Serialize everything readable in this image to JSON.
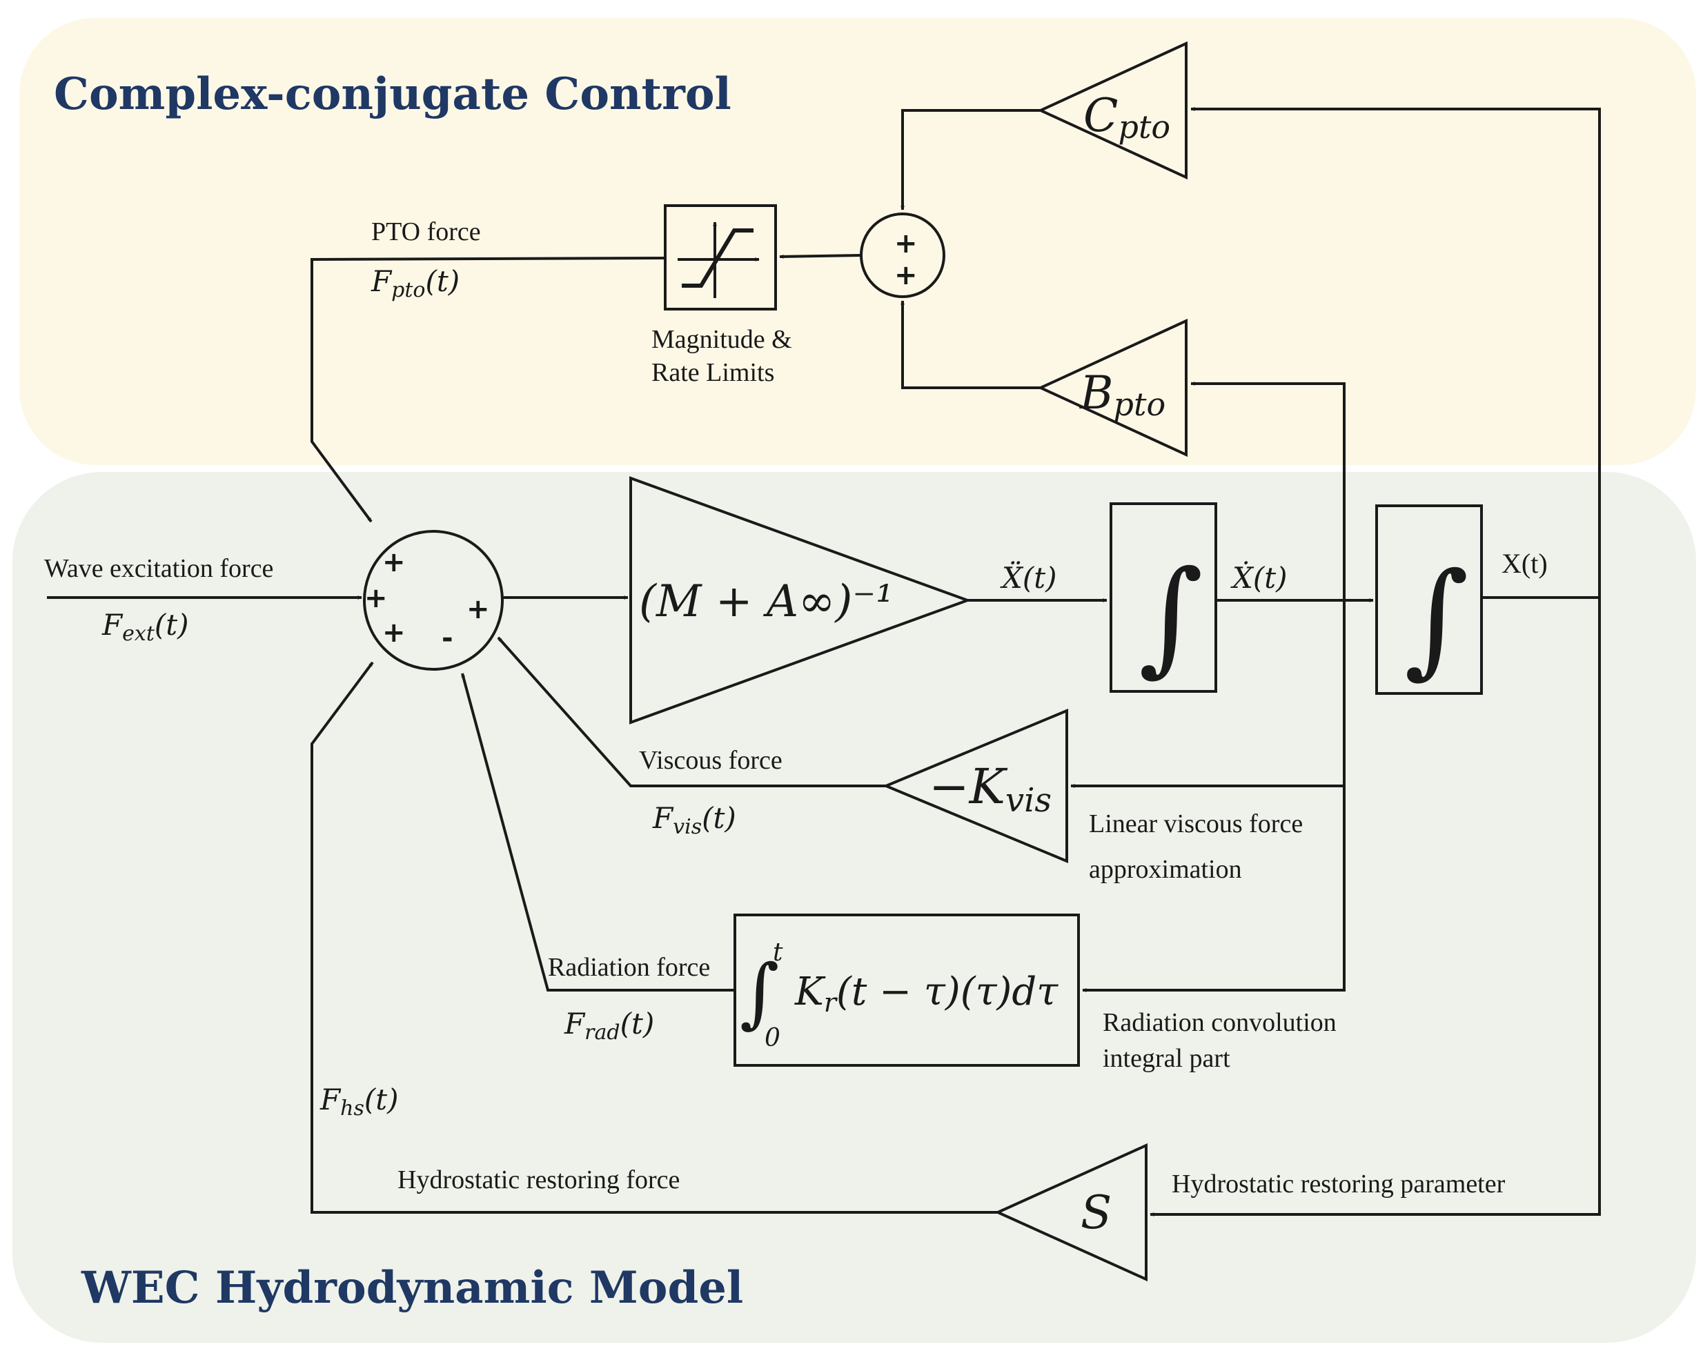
{
  "colors": {
    "control_region": "#fdf8e6",
    "model_region": "#eef2ea",
    "title": "#1f3864",
    "line": "#1a1a1a"
  },
  "regions": {
    "control_title": "Complex-conjugate Control",
    "model_title": "WEC Hydrodynamic Model"
  },
  "labels": {
    "pto_force": "PTO force",
    "f_pto": "F_pto(t)",
    "limits_line1": "Magnitude &",
    "limits_line2": "Rate Limits",
    "wave_excitation": "Wave excitation force",
    "f_ext": "F_ext(t)",
    "viscous_force": "Viscous force",
    "f_vis": "F_vis(t)",
    "linear_viscous_line1": "Linear viscous force",
    "linear_viscous_line2": "approximation",
    "radiation_force": "Radiation force",
    "f_rad": "F_rad(t)",
    "radiation_conv_line1": "Radiation convolution",
    "radiation_conv_line2": "integral part",
    "f_hs": "F_hs(t)",
    "hydrostatic_force": "Hydrostatic restoring force",
    "hydrostatic_param": "Hydrostatic restoring parameter",
    "x_ddot": "Ẍ(t)",
    "x_dot": "Ẋ(t)",
    "x": "X(t)"
  },
  "blocks": {
    "c_pto": "C_pto",
    "b_pto": "B_pto",
    "inverse_mass": "(M + A∞)⁻¹",
    "neg_k_vis": "−K_vis",
    "convolution": "∫₀ᵗ K_r(t − τ)(τ)dτ",
    "stiffness": "S",
    "integral_symbol": "∫",
    "saturation_icon": "saturation-icon"
  },
  "summing_junctions": {
    "top_signs": [
      "+",
      "+"
    ],
    "main_signs": [
      "+",
      "+",
      "+",
      "+",
      "-"
    ]
  }
}
